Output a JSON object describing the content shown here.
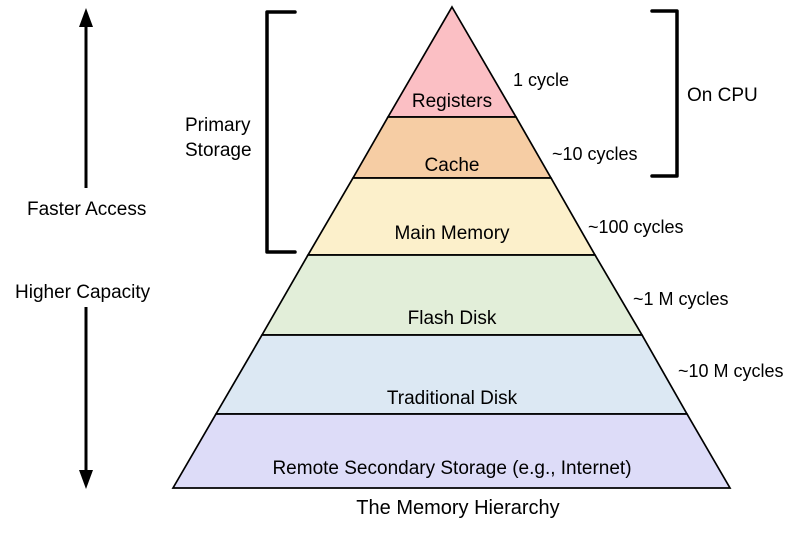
{
  "diagram": {
    "caption": "The Memory Hierarchy",
    "annotations": {
      "faster_access": "Faster Access",
      "higher_capacity": "Higher Capacity",
      "primary_storage_line1": "Primary",
      "primary_storage_line2": "Storage",
      "on_cpu": "On CPU"
    },
    "layers": [
      {
        "label": "Registers",
        "latency": "1 cycle",
        "color": "#FBBFC4"
      },
      {
        "label": "Cache",
        "latency": "~10 cycles",
        "color": "#F6CDA4"
      },
      {
        "label": "Main Memory",
        "latency": "~100 cycles",
        "color": "#FCF0CB"
      },
      {
        "label": "Flash Disk",
        "latency": "~1 M cycles",
        "color": "#E2EED9"
      },
      {
        "label": "Traditional Disk",
        "latency": "~10 M cycles",
        "color": "#DCE8F3"
      },
      {
        "label": "Remote Secondary Storage (e.g., Internet)",
        "latency": "",
        "color": "#DDDCF8"
      }
    ],
    "colors": {
      "outline": "#000000",
      "text": "#000000",
      "background": "#ffffff"
    }
  }
}
